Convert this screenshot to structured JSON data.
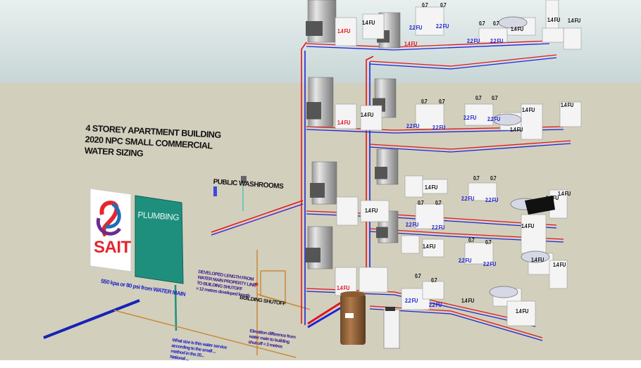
{
  "title_lines": [
    "4 STOREY APARTMENT BUILDING",
    "2020 NPC SMALL COMMERCIAL",
    "WATER SIZING"
  ],
  "public_washrooms_label": "PUBLIC WASHROOMS",
  "logo": {
    "text": "SAIT",
    "colors": [
      "#e3262f",
      "#1c6fb7",
      "#6b2c8f"
    ]
  },
  "book_cover": {
    "title": "PLUMBING",
    "color": "#1f8f7d"
  },
  "water_main_note": "550 kpa or 80 psi from WATER MAIN",
  "developed_length_note": [
    "DEVELOPED LENGTH FROM",
    "WATER MAIN PROPERTY LINE",
    "TO BUILDING SHUTOFF",
    "= 12 metres developed length"
  ],
  "building_shutoff_label": "BUILDING SHUTOFF",
  "elevation_note": [
    "Elevation difference from",
    "water main to building",
    "shut-off = 3 metres"
  ],
  "question_note": [
    "What size is this water service",
    "according to the small ...",
    "method in the 20...",
    "National ..."
  ],
  "colors": {
    "hot_pipe": "#e3141c",
    "cold_pipe": "#1c25d6",
    "service_pipe": "#c98a3a",
    "sky": "#dbe3e3",
    "ground": "#d2cfbd"
  },
  "fixture_labels": [
    {
      "text": "1.4 FU",
      "color": "red"
    },
    {
      "text": "1.4 FU",
      "color": "black"
    },
    {
      "text": "2.2 FU",
      "color": "blue"
    },
    {
      "text": "2.2 FU",
      "color": "blue"
    },
    {
      "text": "0.7",
      "color": "black"
    },
    {
      "text": "0.7",
      "color": "black"
    },
    {
      "text": "1.4 FU",
      "color": "red"
    },
    {
      "text": "2.2 FU",
      "color": "blue"
    },
    {
      "text": "2.2 FU",
      "color": "blue"
    },
    {
      "text": "0.7",
      "color": "black"
    },
    {
      "text": "0.7",
      "color": "black"
    },
    {
      "text": "1.4 FU",
      "color": "black"
    },
    {
      "text": "1.4 FU",
      "color": "black"
    },
    {
      "text": "1.4 FU",
      "color": "black"
    },
    {
      "text": "1.4 FU",
      "color": "red"
    },
    {
      "text": "1.4 FU",
      "color": "black"
    },
    {
      "text": "0.7",
      "color": "black"
    },
    {
      "text": "0.7",
      "color": "black"
    },
    {
      "text": "2.2 FU",
      "color": "blue"
    },
    {
      "text": "2.2 FU",
      "color": "blue"
    },
    {
      "text": "2.2 FU",
      "color": "blue"
    },
    {
      "text": "2.2 FU",
      "color": "blue"
    },
    {
      "text": "0.7",
      "color": "black"
    },
    {
      "text": "0.7",
      "color": "black"
    },
    {
      "text": "1.4 FU",
      "color": "black"
    },
    {
      "text": "1.4 FU",
      "color": "black"
    },
    {
      "text": "1.4 FU",
      "color": "black"
    },
    {
      "text": "1.4 FU",
      "color": "black"
    },
    {
      "text": "0.7",
      "color": "black"
    },
    {
      "text": "0.7",
      "color": "black"
    },
    {
      "text": "2.2 FU",
      "color": "blue"
    },
    {
      "text": "2.2 FU",
      "color": "blue"
    },
    {
      "text": "2.2 FU",
      "color": "blue"
    },
    {
      "text": "2.2 FU",
      "color": "blue"
    },
    {
      "text": "0.7",
      "color": "black"
    },
    {
      "text": "0.7",
      "color": "black"
    },
    {
      "text": "1.4 FU",
      "color": "black"
    },
    {
      "text": "1.4 FU",
      "color": "black"
    },
    {
      "text": "1.4 FU",
      "color": "black"
    },
    {
      "text": "1.4 FU",
      "color": "black"
    },
    {
      "text": "1.4 FU",
      "color": "black"
    },
    {
      "text": "1.4 FU",
      "color": "red"
    },
    {
      "text": "2.2 FU",
      "color": "blue"
    },
    {
      "text": "2.2 FU",
      "color": "blue"
    },
    {
      "text": "0.7",
      "color": "black"
    },
    {
      "text": "0.7",
      "color": "black"
    },
    {
      "text": "2.2 FU",
      "color": "blue"
    },
    {
      "text": "2.2 FU",
      "color": "blue"
    },
    {
      "text": "0.7",
      "color": "black"
    },
    {
      "text": "0.7",
      "color": "black"
    },
    {
      "text": "1.4 FU",
      "color": "black"
    },
    {
      "text": "1.4 FU",
      "color": "black"
    },
    {
      "text": "1.4 FU",
      "color": "black"
    },
    {
      "text": "1.4 FU",
      "color": "black"
    }
  ]
}
